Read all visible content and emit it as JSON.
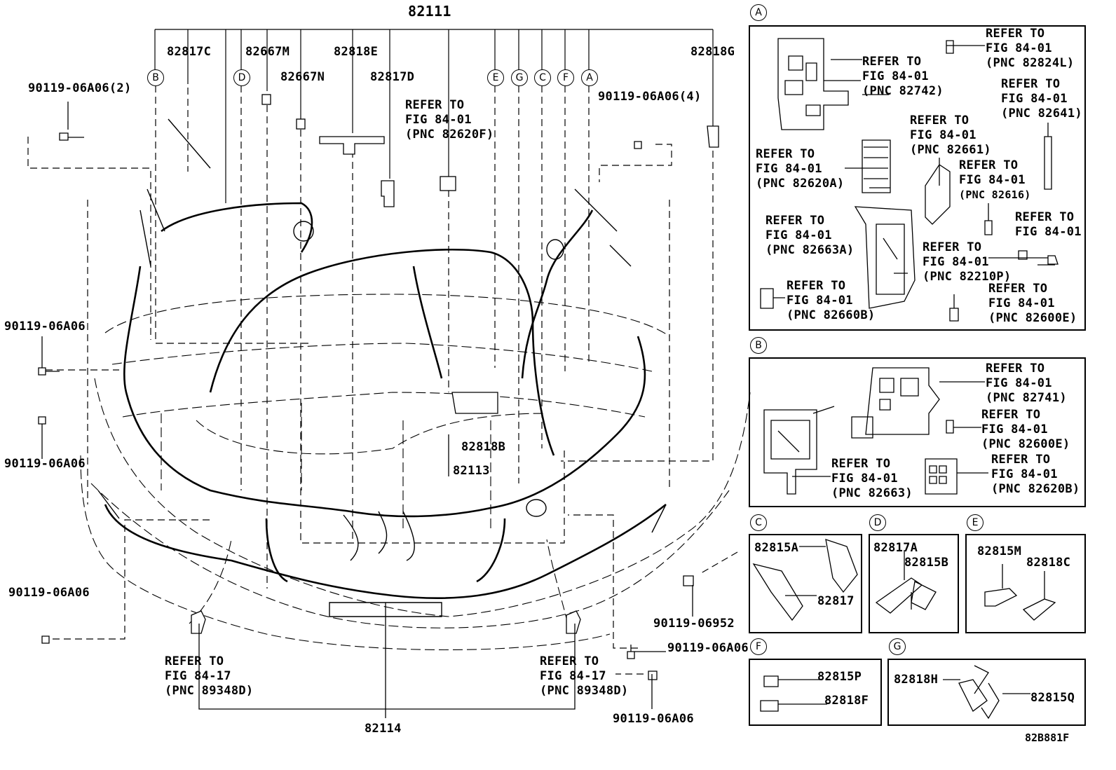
{
  "main": {
    "part_82111": "82111",
    "part_82817C": "82817C",
    "part_82667M": "82667M",
    "part_82667N": "82667N",
    "part_82818E": "82818E",
    "part_82817D": "82817D",
    "part_82818G": "82818G",
    "part_82818B": "82818B",
    "part_82113": "82113",
    "part_82114": "82114",
    "bolt_left_top": "90119-06A06(2)",
    "bolt_right_top": "90119-06A06(4)",
    "bolt_left_mid": "90119-06A06",
    "bolt_left_mid2": "90119-06A06",
    "bolt_left_low": "90119-06A06",
    "bolt_right_low": "90119-06A06",
    "bolt_right_bottom": "90119-06A06",
    "bolt_06952": "90119-06952",
    "refer_center": [
      "REFER TO",
      "FIG 84-01",
      "(PNC 82620F)"
    ],
    "refer_bottom_left": [
      "REFER TO",
      "FIG 84-17",
      "(PNC 89348D)"
    ],
    "refer_bottom_right": [
      "REFER TO",
      "FIG 84-17",
      "(PNC 89348D)"
    ],
    "callouts": [
      "B",
      "D",
      "E",
      "G",
      "C",
      "F",
      "A"
    ]
  },
  "panel_a": {
    "tag": "A",
    "r1": [
      "REFER TO",
      "FIG 84-01",
      "(PNC 82824L)"
    ],
    "r2": [
      "REFER TO",
      "FIG 84-01",
      "(PNC 82742)"
    ],
    "r3": [
      "REFER TO",
      "FIG 84-01",
      "(PNC 82641)"
    ],
    "r4": [
      "REFER TO",
      "FIG 84-01",
      "(PNC 82661)"
    ],
    "r5": [
      "REFER TO",
      "FIG 84-01",
      "(PNC 82620A)"
    ],
    "r6": [
      "REFER TO",
      "FIG 84-01",
      "(PNC 82616)"
    ],
    "r7": [
      "REFER TO",
      "FIG 84-01",
      "(PNC 82663A)"
    ],
    "r8": [
      "REFER TO",
      "FIG 84-01"
    ],
    "r9": [
      "REFER TO",
      "FIG 84-01",
      "(PNC 82210P)"
    ],
    "r10": [
      "REFER TO",
      "FIG 84-01",
      "(PNC 82660B)"
    ],
    "r11": [
      "REFER TO",
      "FIG 84-01",
      "(PNC 82600E)"
    ]
  },
  "panel_b": {
    "tag": "B",
    "r1": [
      "REFER TO",
      "FIG 84-01",
      "(PNC 82741)"
    ],
    "r2": [
      "REFER TO",
      "FIG 84-01",
      "(PNC 82600E)"
    ],
    "r3": [
      "REFER TO",
      "FIG 84-01",
      "(PNC 82663)"
    ],
    "r4": [
      "REFER TO",
      "FIG 84-01",
      "(PNC 82620B)"
    ]
  },
  "panel_c": {
    "tag": "C",
    "p1": "82815A",
    "p2": "82817"
  },
  "panel_d": {
    "tag": "D",
    "p1": "82817A",
    "p2": "82815B"
  },
  "panel_e": {
    "tag": "E",
    "p1": "82815M",
    "p2": "82818C"
  },
  "panel_f": {
    "tag": "F",
    "p1": "82815P",
    "p2": "82818F"
  },
  "panel_g": {
    "tag": "G",
    "p1": "82818H",
    "p2": "82815Q"
  },
  "figure_code": "82B881F"
}
